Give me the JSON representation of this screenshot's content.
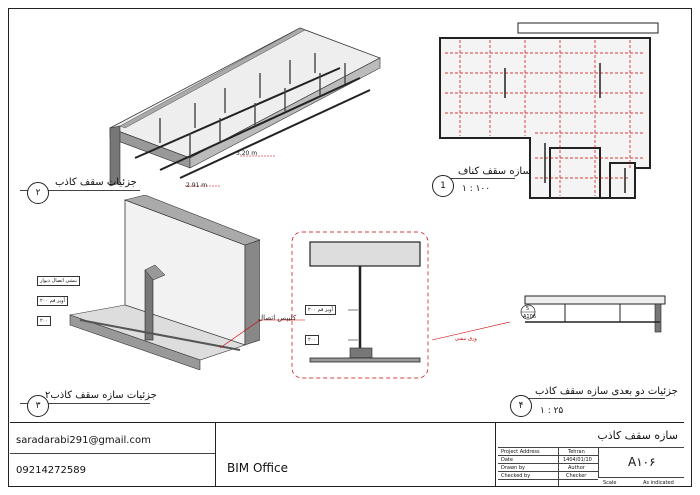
{
  "views": [
    {
      "number": "1",
      "caption": "سازه سقف کناف",
      "scale": "۱ : ۱۰۰"
    },
    {
      "number": "۲",
      "caption": "جزئیات سقف کاذب"
    },
    {
      "number": "۳",
      "caption": "جزئیات سازه سقف کاذب۲"
    },
    {
      "number": "۴",
      "caption": "جزئیات دو بعدی سازه سقف کاذب",
      "scale": "۱ : ۲۵"
    }
  ],
  "dimensions": {
    "d1": "3.20 m",
    "d2": "2.91 m"
  },
  "annotations": {
    "clamp": "کلیپس اتصال",
    "wall_track": "نبشی اتصال دیوار",
    "runner1": "آویز فم ۲۰۰",
    "runner2": "۲۰۰",
    "detail_a": "آویز فم ۲۰۰",
    "detail_b": "۲۰۰",
    "ref": "ورق نبشی",
    "section_num": "5",
    "section_ref": "A106"
  },
  "title_block": {
    "email": "saradarabi291@gmail.com",
    "phone": "09214272589",
    "company": "BIM Office",
    "sheet_title": "سازه سقف کاذب",
    "rows": [
      {
        "label": "Project Address",
        "value": "Tehran"
      },
      {
        "label": "Date",
        "value": "1404/01/10"
      },
      {
        "label": "Drawn by",
        "value": "Author"
      },
      {
        "label": "Checked by",
        "value": "Checker"
      }
    ],
    "scale_label": "Scale",
    "scale_value": "As indicated",
    "sheet_number": "A۱۰۶"
  }
}
